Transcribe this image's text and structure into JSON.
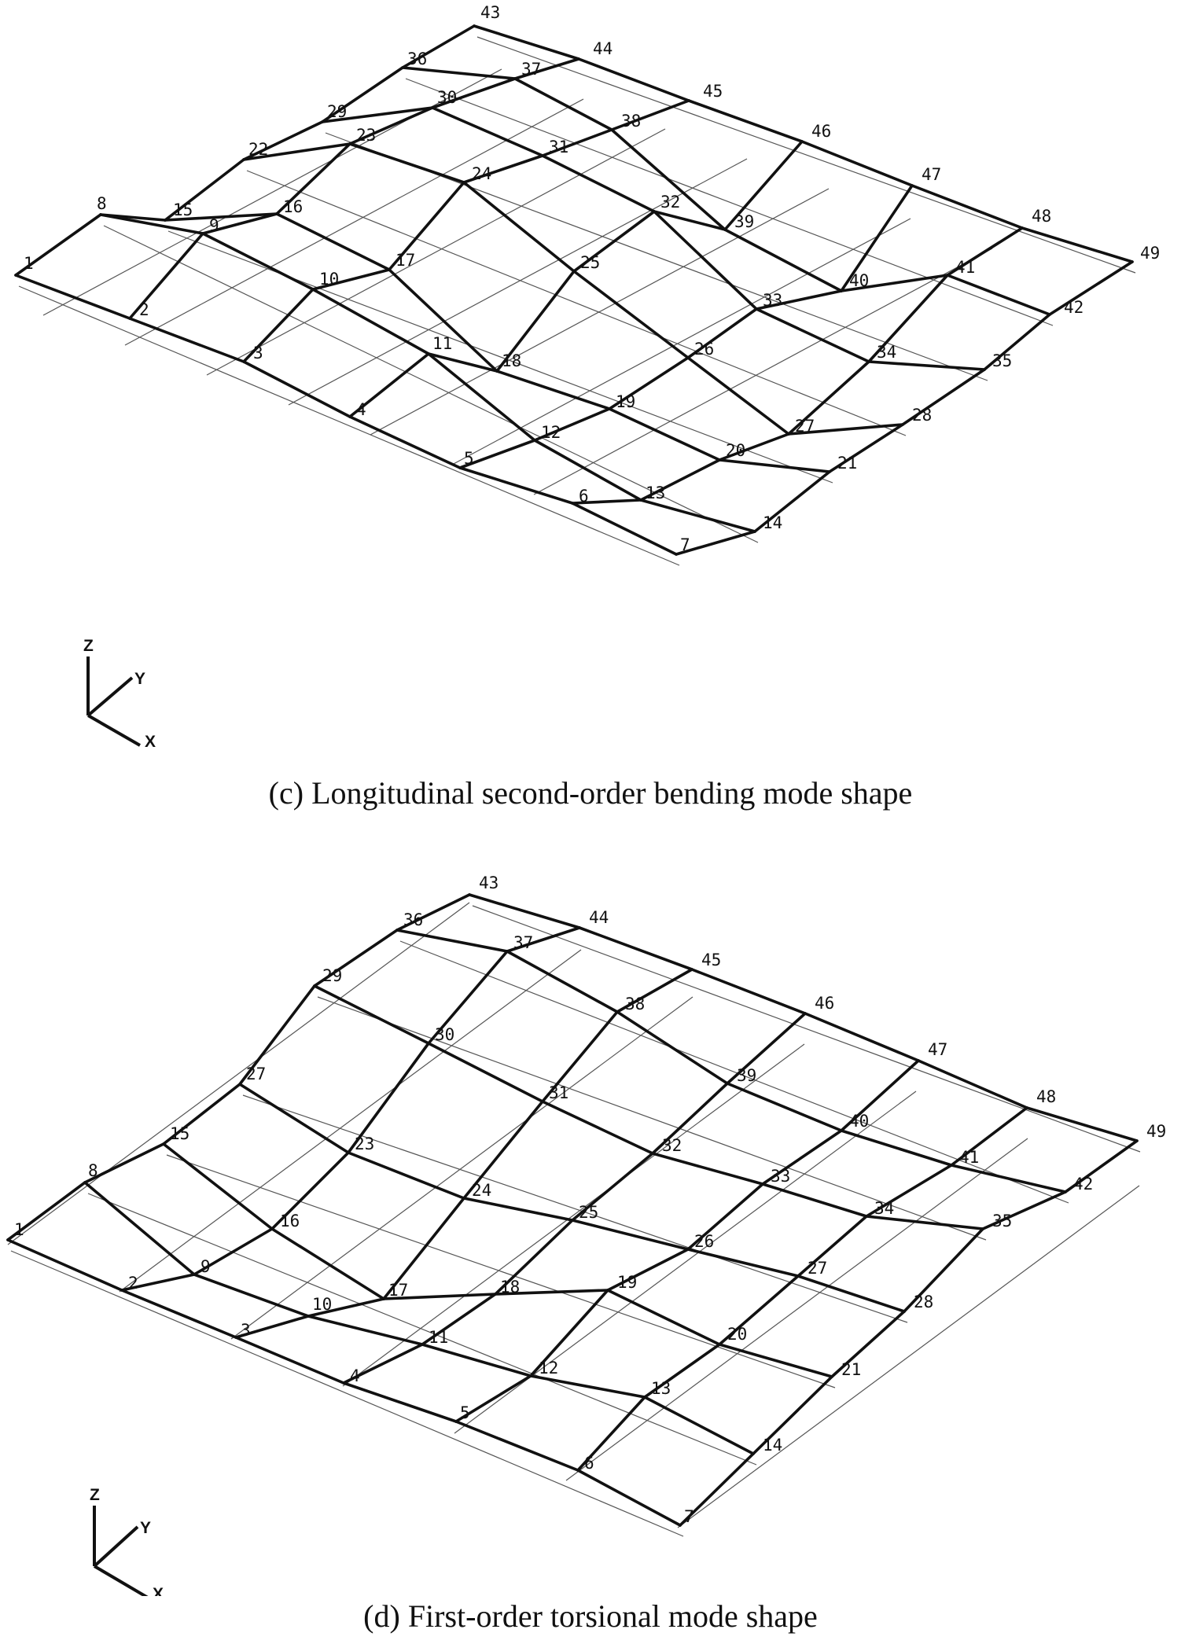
{
  "panels": [
    {
      "id": "c",
      "caption": "(c) Longitudinal second-order bending mode shape",
      "axes": [
        "Z",
        "Y",
        "X"
      ],
      "labels": [
        "1",
        "2",
        "3",
        "4",
        "5",
        "6",
        "7",
        "8",
        "9",
        "10",
        "11",
        "12",
        "13",
        "14",
        "15",
        "16",
        "17",
        "18",
        "19",
        "20",
        "21",
        "22",
        "23",
        "24",
        "25",
        "26",
        "27",
        "28",
        "29",
        "30",
        "31",
        "32",
        "33",
        "34",
        "35",
        "36",
        "37",
        "38",
        "39",
        "40",
        "41",
        "42",
        "43",
        "44",
        "45",
        "46",
        "47",
        "48",
        "49"
      ]
    },
    {
      "id": "d",
      "caption": "(d) First-order torsional mode shape",
      "axes": [
        "Z",
        "Y",
        "X"
      ],
      "labels": [
        "1",
        "2",
        "3",
        "4",
        "5",
        "6",
        "7",
        "8",
        "9",
        "10",
        "11",
        "12",
        "13",
        "14",
        "15",
        "16",
        "17",
        "18",
        "19",
        "20",
        "21",
        "27",
        "23",
        "24",
        "25",
        "26",
        "27",
        "28",
        "29",
        "30",
        "31",
        "32",
        "33",
        "34",
        "35",
        "36",
        "37",
        "38",
        "39",
        "40",
        "41",
        "42",
        "43",
        "44",
        "45",
        "46",
        "47",
        "48",
        "49"
      ]
    }
  ]
}
